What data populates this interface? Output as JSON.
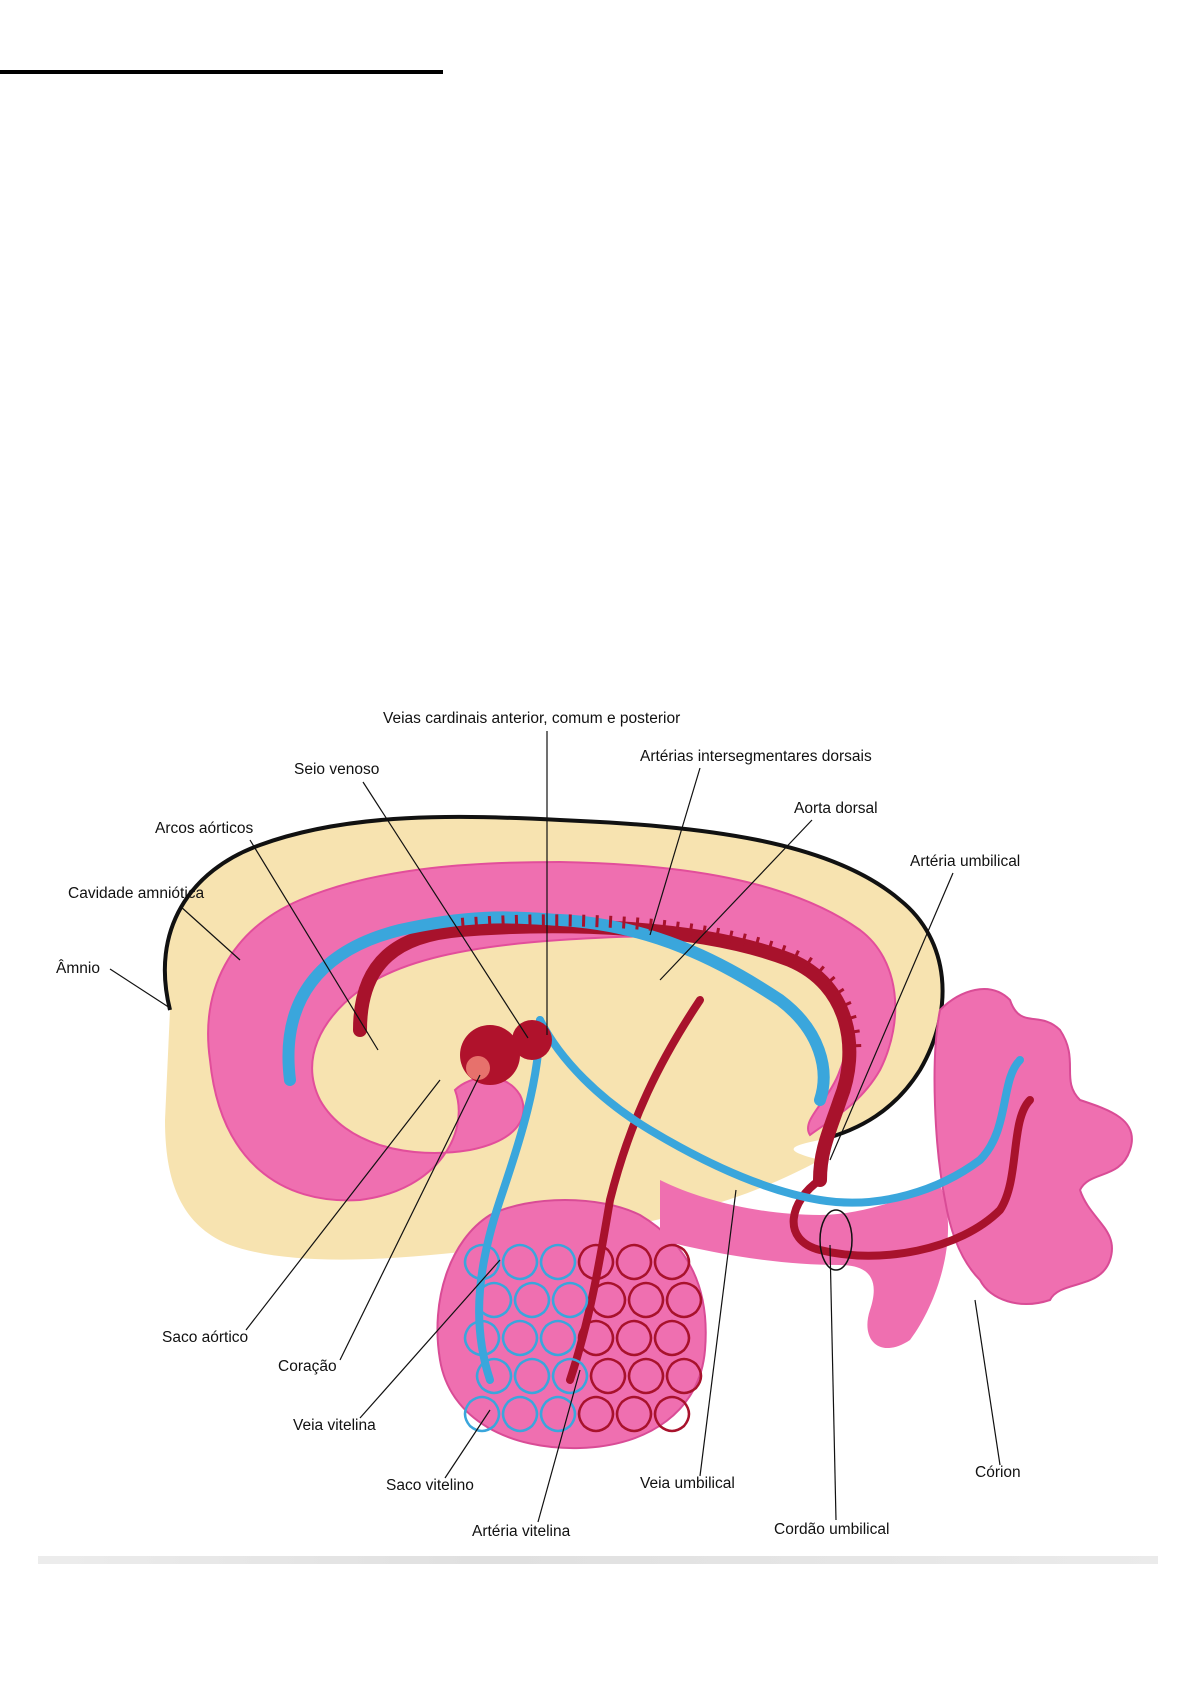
{
  "colors": {
    "amnion_fill": "#f7e3b0",
    "embryo_pink": "#ef6fb0",
    "artery_red": "#a8122c",
    "vein_blue": "#3aa6dc",
    "outline": "#111111"
  },
  "labels": {
    "veias_cardinais": "Veias cardinais anterior, comum e posterior",
    "seio_venoso": "Seio venoso",
    "arterias_intersegmentares": "Artérias intersegmentares dorsais",
    "aorta_dorsal": "Aorta dorsal",
    "arcos_aorticos": "Arcos aórticos",
    "arteria_umbilical": "Artéria umbilical",
    "cavidade_amniotica": "Cavidade amniótica",
    "amnio": "Âmnio",
    "saco_aortico": "Saco aórtico",
    "coracao": "Coração",
    "veia_vitelina": "Veia vitelina",
    "saco_vitelino": "Saco vitelino",
    "veia_umbilical": "Veia umbilical",
    "corion": "Córion",
    "arteria_vitelina": "Artéria vitelina",
    "cordao_umbilical": "Cordão umbilical"
  }
}
